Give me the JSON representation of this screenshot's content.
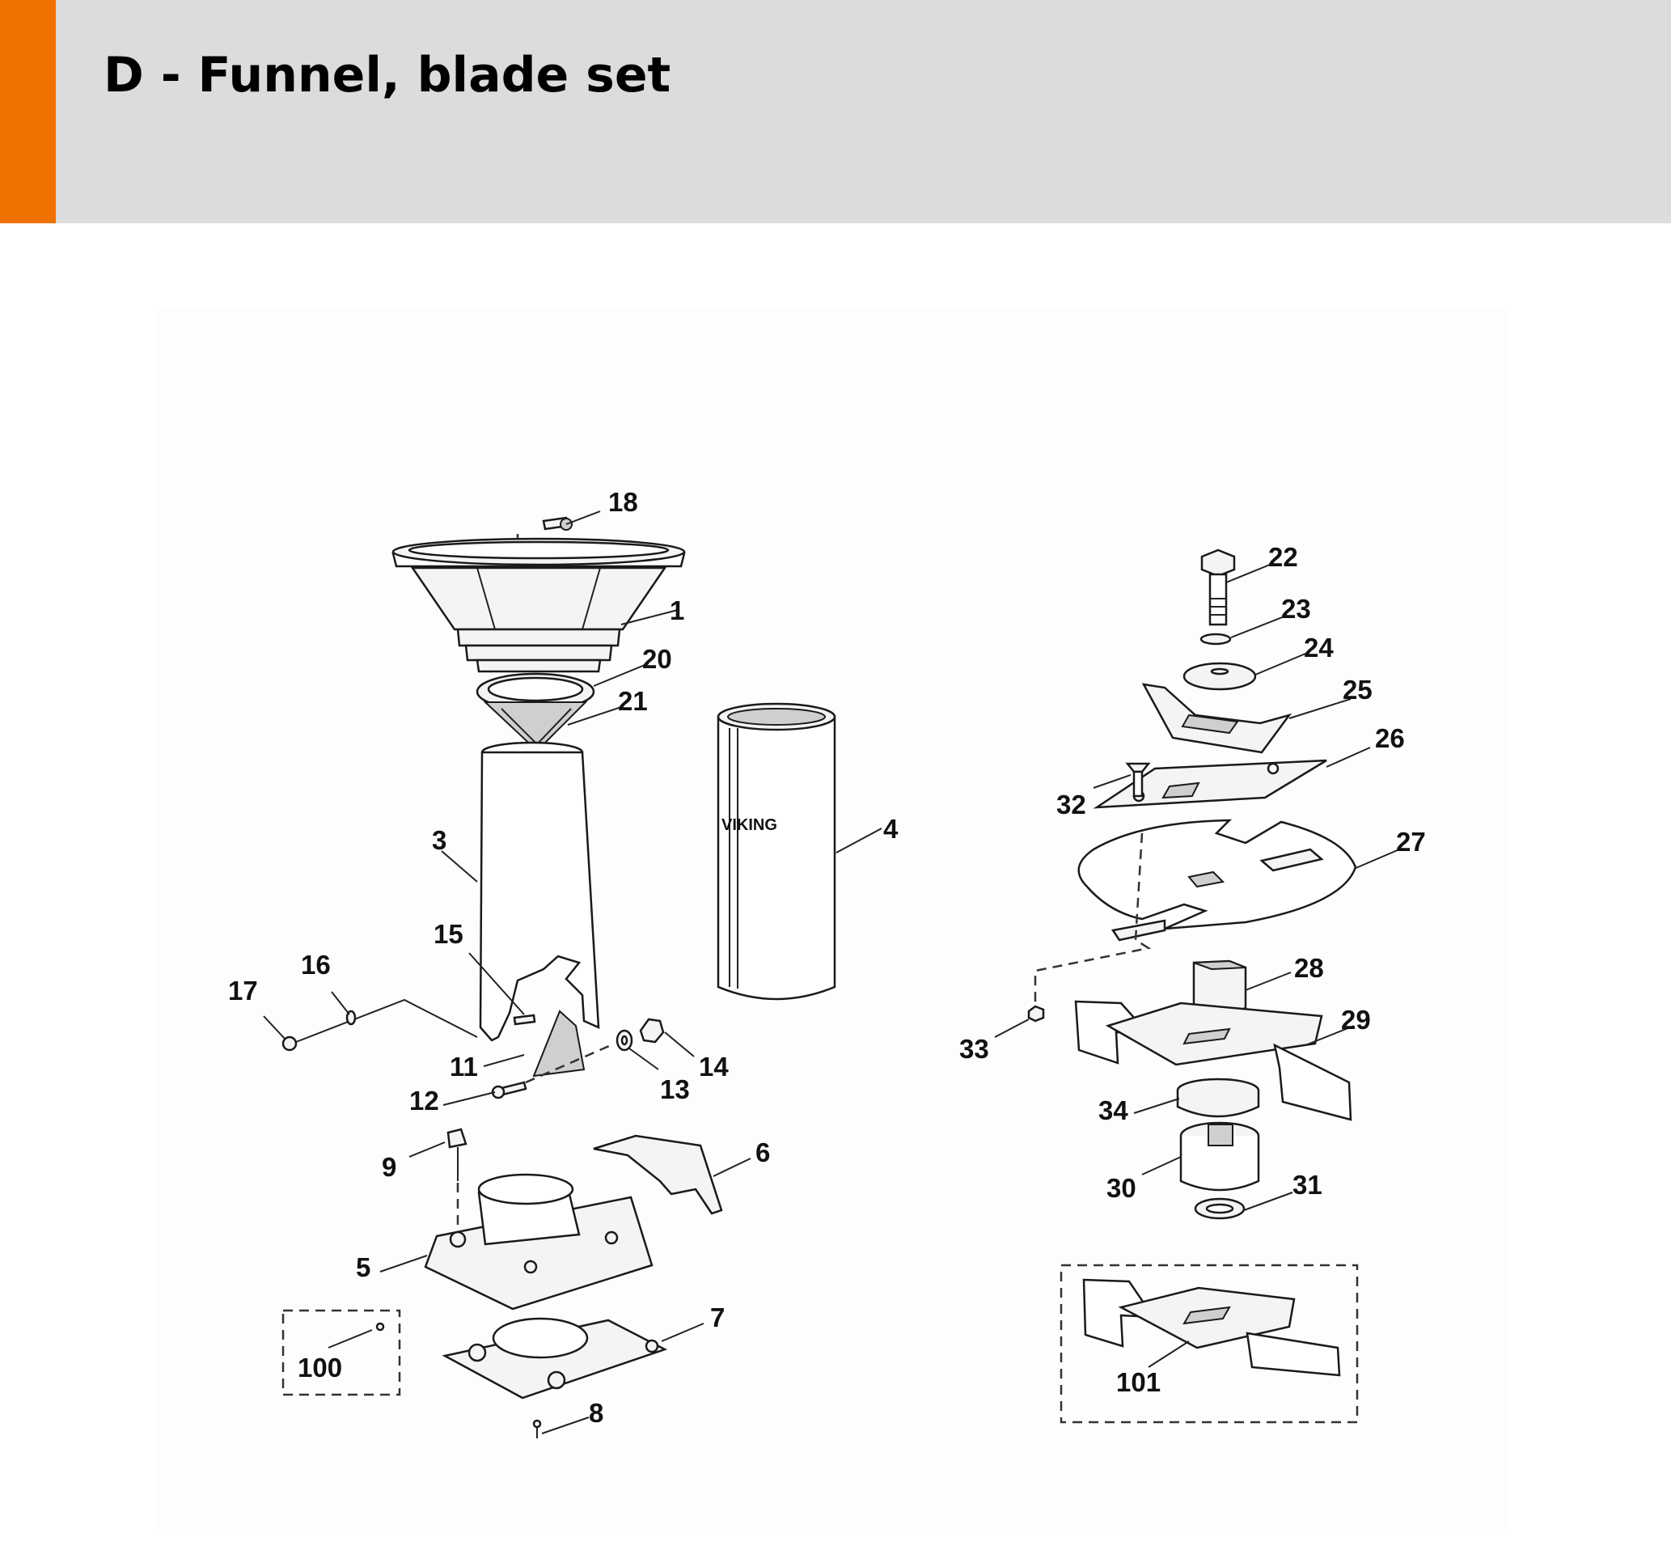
{
  "page": {
    "title": "D - Funnel, blade set",
    "accent_color": "#ef7100",
    "header_background": "#dbdcdc"
  },
  "diagram": {
    "type": "exploded-parts-diagram",
    "brand_mark": "VIKING",
    "callouts": [
      "1",
      "3",
      "4",
      "5",
      "6",
      "7",
      "8",
      "9",
      "11",
      "12",
      "13",
      "14",
      "15",
      "16",
      "17",
      "18",
      "20",
      "21",
      "22",
      "23",
      "24",
      "25",
      "26",
      "27",
      "28",
      "29",
      "30",
      "31",
      "32",
      "33",
      "34",
      "100",
      "101"
    ],
    "kits": [
      "100",
      "101"
    ]
  }
}
